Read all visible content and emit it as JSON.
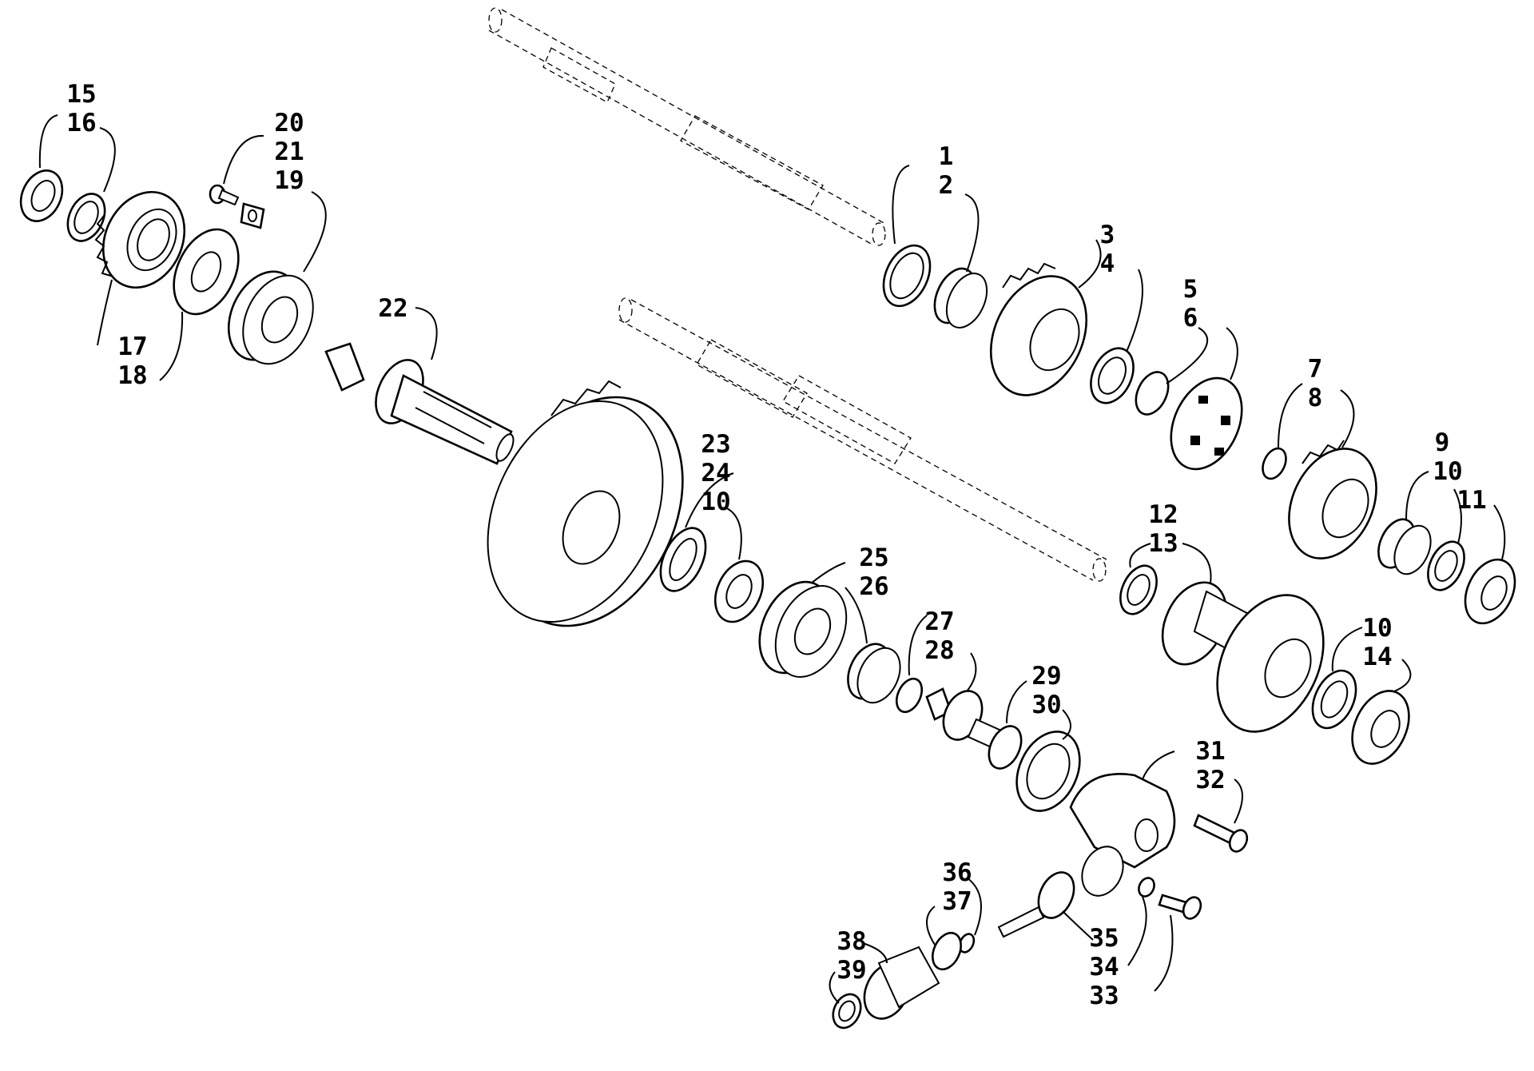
{
  "diagram": {
    "labels": {
      "l1": "1",
      "l2": "2",
      "l3": "3",
      "l4": "4",
      "l5": "5",
      "l6": "6",
      "l7": "7",
      "l8": "8",
      "l9": "9",
      "l10a": "10",
      "l10b": "10",
      "l10c": "10",
      "l11": "11",
      "l12": "12",
      "l13": "13",
      "l14": "14",
      "l15": "15",
      "l16": "16",
      "l17": "17",
      "l18": "18",
      "l19": "19",
      "l20": "20",
      "l21": "21",
      "l22": "22",
      "l23": "23",
      "l24": "24",
      "l25": "25",
      "l26": "26",
      "l27": "27",
      "l28": "28",
      "l29": "29",
      "l30": "30",
      "l31": "31",
      "l32": "32",
      "l33": "33",
      "l34": "34",
      "l35": "35",
      "l36": "36",
      "l37": "37",
      "l38": "38",
      "l39": "39"
    }
  }
}
